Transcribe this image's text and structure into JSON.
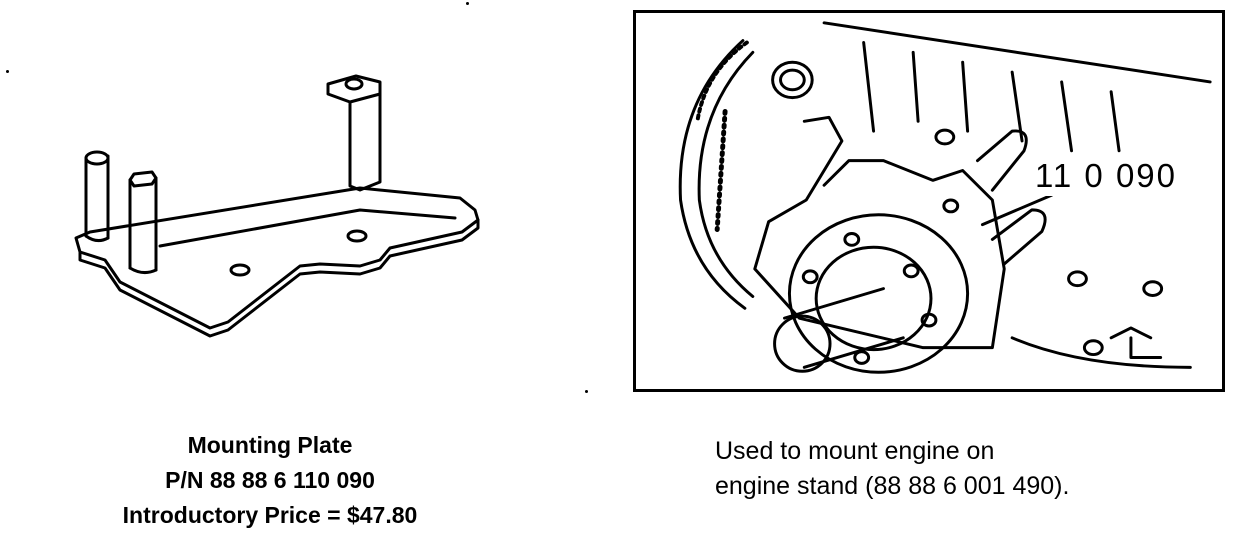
{
  "left_panel": {
    "title": "Mounting Plate",
    "part_number": "P/N 88 88 6 110 090",
    "price_line": "Introductory Price  =  $47.80"
  },
  "right_panel": {
    "callout_label": "11 0 090",
    "description_line1": "Used to mount engine on",
    "description_line2": "engine stand (88 88 6 001 490)."
  },
  "illustrations": {
    "left": "mounting-plate-drawing",
    "right": "engine-mount-drawing"
  }
}
